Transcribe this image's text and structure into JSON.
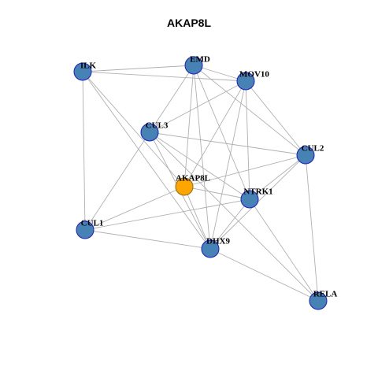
{
  "title": "AKAP8L",
  "colors": {
    "node_fill": "#4682b4",
    "node_border": "#1a1acd",
    "focus_fill": "#ffa500",
    "focus_border": "#8a6a1a",
    "edge": "#b0b0b0"
  },
  "graph": {
    "focus": "AKAP8L",
    "nodes": [
      "AKAP8L",
      "EMD",
      "ILK",
      "MOV10",
      "CUL3",
      "CUL2",
      "NTRK1",
      "CUL1",
      "DHX9",
      "RELA"
    ],
    "edges": [
      [
        "ILK",
        "EMD"
      ],
      [
        "ILK",
        "MOV10"
      ],
      [
        "ILK",
        "CUL1"
      ],
      [
        "ILK",
        "AKAP8L"
      ],
      [
        "ILK",
        "DHX9"
      ],
      [
        "EMD",
        "MOV10"
      ],
      [
        "EMD",
        "CUL3"
      ],
      [
        "EMD",
        "AKAP8L"
      ],
      [
        "EMD",
        "CUL2"
      ],
      [
        "EMD",
        "NTRK1"
      ],
      [
        "EMD",
        "DHX9"
      ],
      [
        "MOV10",
        "CUL3"
      ],
      [
        "MOV10",
        "AKAP8L"
      ],
      [
        "MOV10",
        "CUL2"
      ],
      [
        "MOV10",
        "NTRK1"
      ],
      [
        "MOV10",
        "DHX9"
      ],
      [
        "CUL3",
        "CUL1"
      ],
      [
        "CUL3",
        "CUL2"
      ],
      [
        "CUL3",
        "NTRK1"
      ],
      [
        "CUL3",
        "DHX9"
      ],
      [
        "CUL3",
        "RELA"
      ],
      [
        "CUL2",
        "AKAP8L"
      ],
      [
        "CUL2",
        "NTRK1"
      ],
      [
        "CUL2",
        "DHX9"
      ],
      [
        "CUL2",
        "RELA"
      ],
      [
        "AKAP8L",
        "CUL1"
      ],
      [
        "AKAP8L",
        "NTRK1"
      ],
      [
        "AKAP8L",
        "DHX9"
      ],
      [
        "NTRK1",
        "CUL1"
      ],
      [
        "NTRK1",
        "DHX9"
      ],
      [
        "NTRK1",
        "RELA"
      ],
      [
        "CUL1",
        "DHX9"
      ],
      [
        "DHX9",
        "RELA"
      ]
    ]
  }
}
